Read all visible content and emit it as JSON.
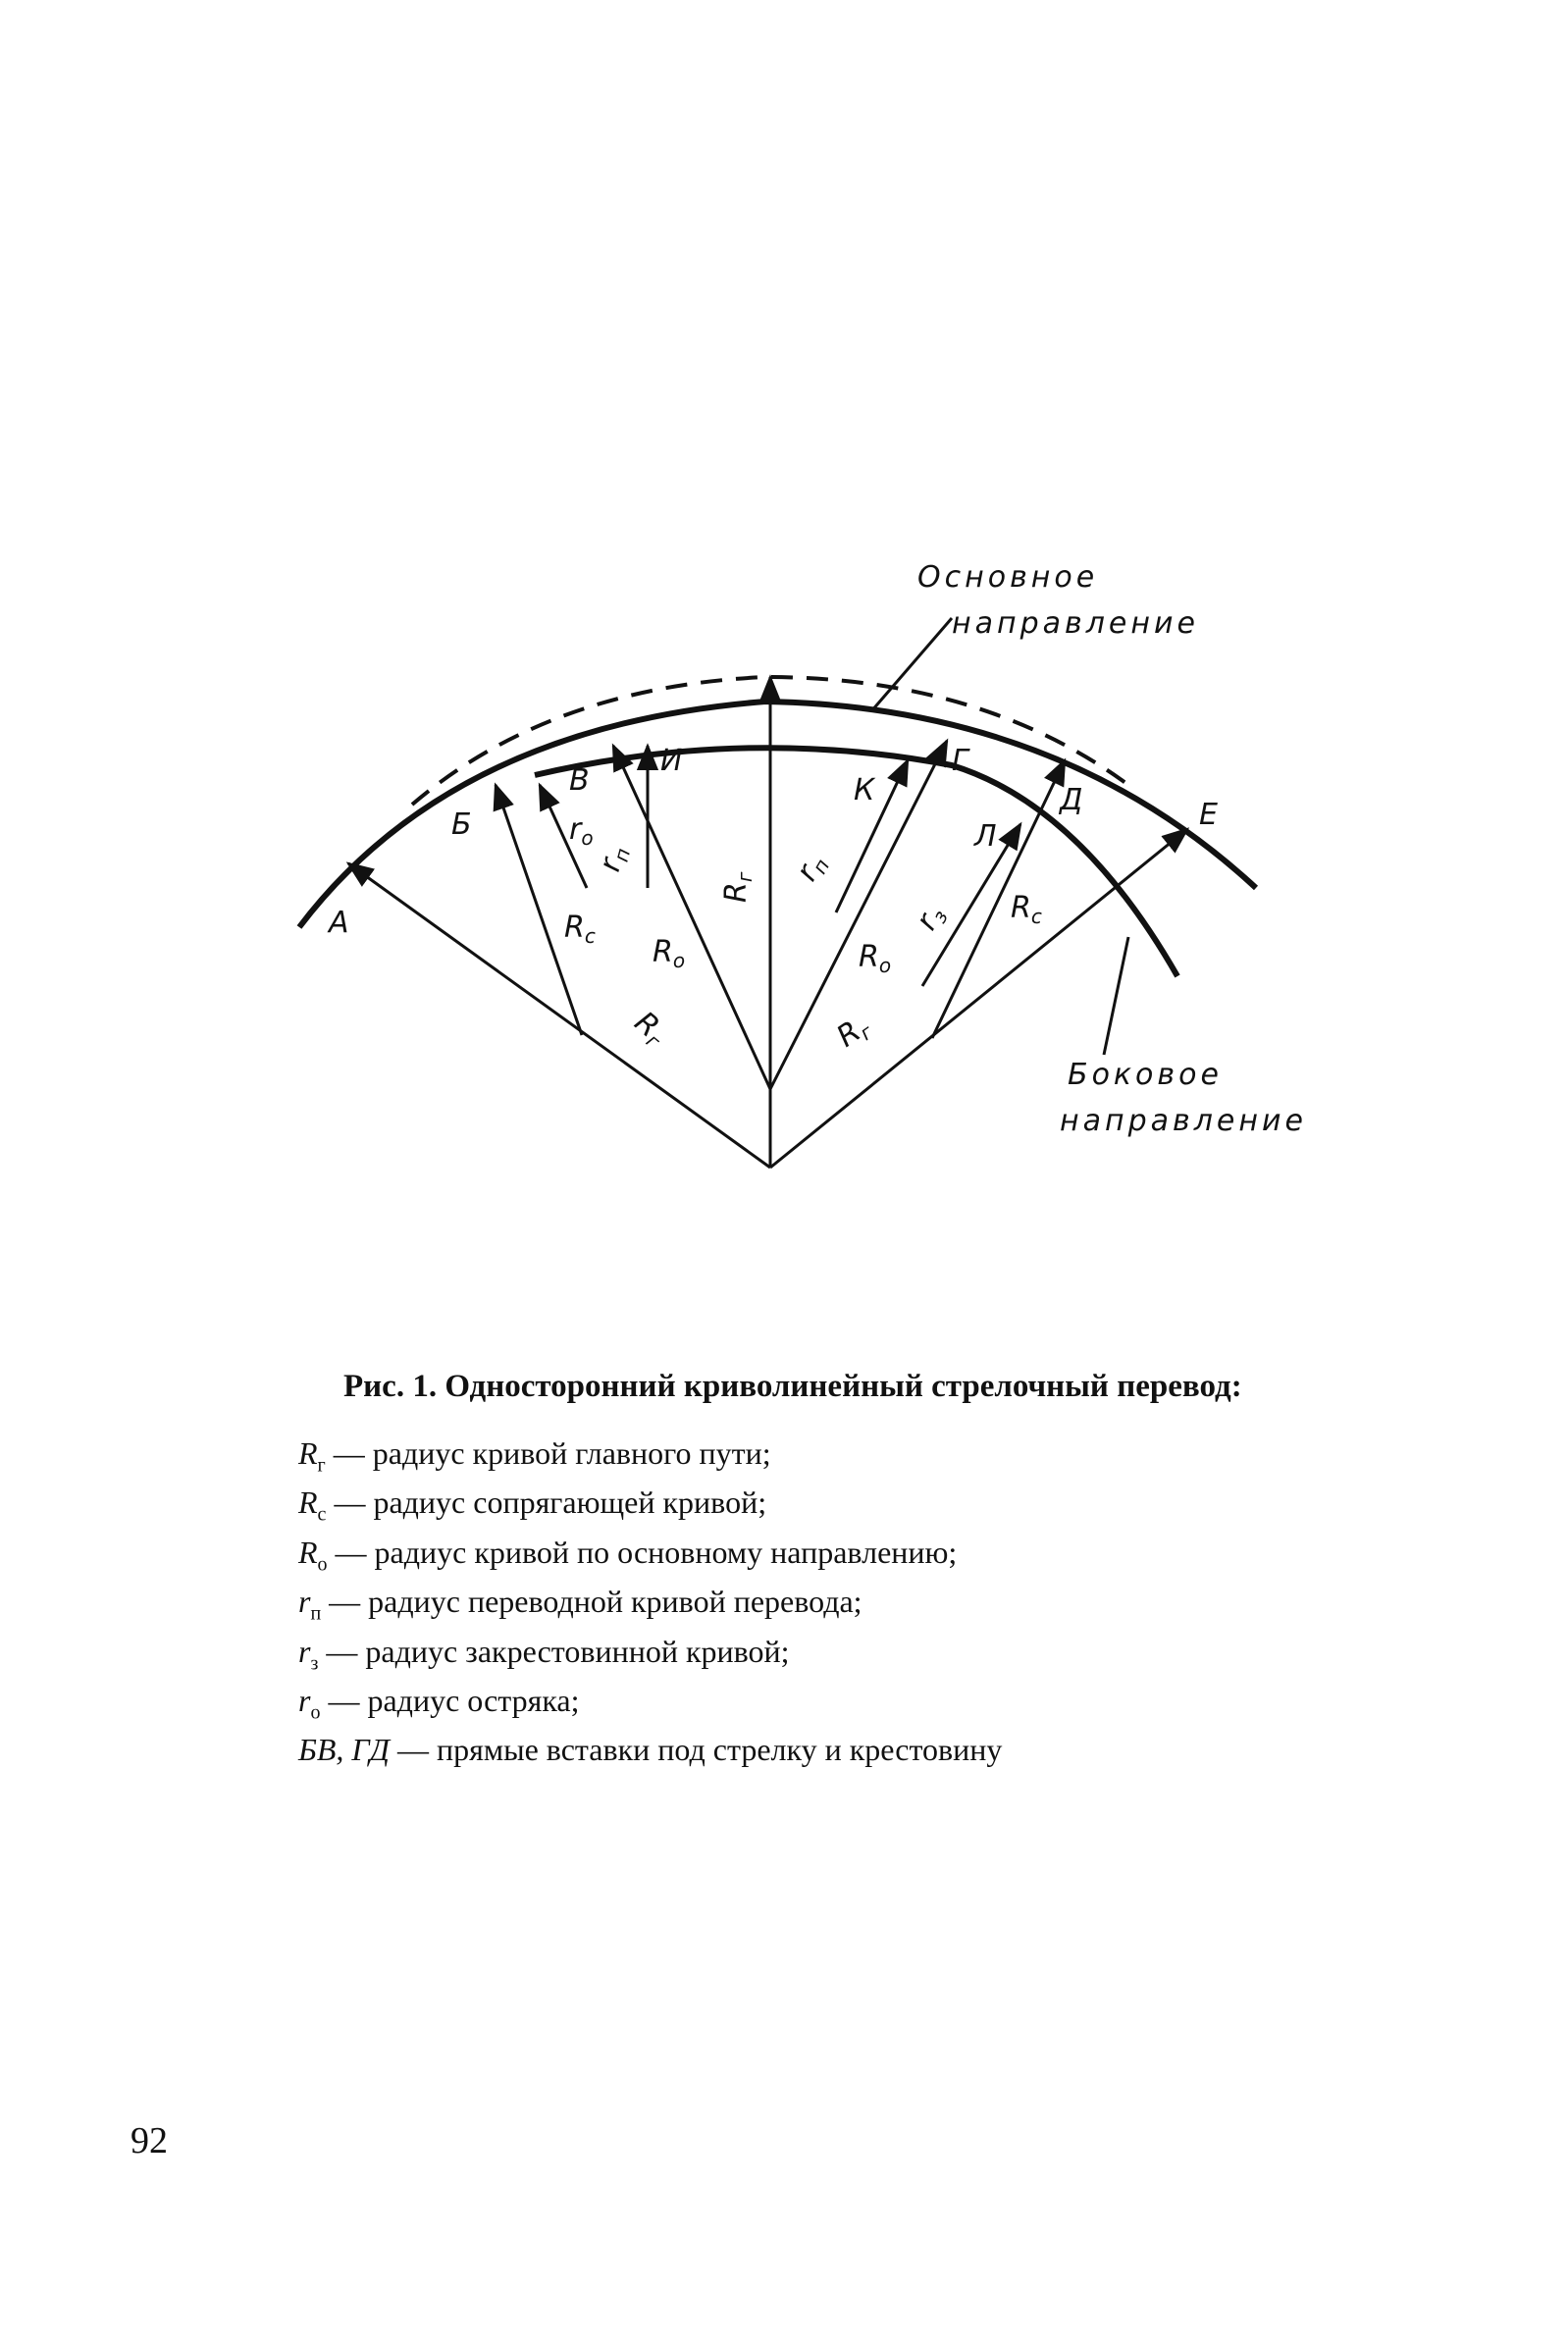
{
  "figure": {
    "labels": {
      "A": "А",
      "B": "Б",
      "V": "В",
      "I": "И",
      "K": "К",
      "G": "Г",
      "D": "Д",
      "L": "Л",
      "E": "Е"
    },
    "radii": {
      "R": "R",
      "r": "r",
      "sub_g": "г",
      "sub_c": "c",
      "sub_o": "о",
      "sub_p": "п",
      "sub_z": "з"
    },
    "main_direction": [
      "Основное",
      "направление"
    ],
    "side_direction": [
      "Боковое",
      "направление"
    ]
  },
  "caption": {
    "title": "Рис. 1. Односторонний криволинейный стрелочный перевод:",
    "legend": [
      {
        "sym": "R",
        "sub": "г",
        "text": " — радиус кривой главного пути;"
      },
      {
        "sym": "R",
        "sub": "c",
        "text": " — радиус сопрягающей кривой;"
      },
      {
        "sym": "R",
        "sub": "о",
        "text": " — радиус кривой по основному направлению;"
      },
      {
        "sym": "r",
        "sub": "п",
        "text": " — радиус переводной кривой перевода;"
      },
      {
        "sym": "r",
        "sub": "з",
        "text": " — радиус закрестовинной кривой;"
      },
      {
        "sym": "r",
        "sub": "о",
        "text": " — радиус остряка;"
      },
      {
        "sym": "БВ, ГД",
        "sub": "",
        "text": " — прямые вставки под стрелку и крестовину"
      }
    ]
  },
  "page_number": "92"
}
